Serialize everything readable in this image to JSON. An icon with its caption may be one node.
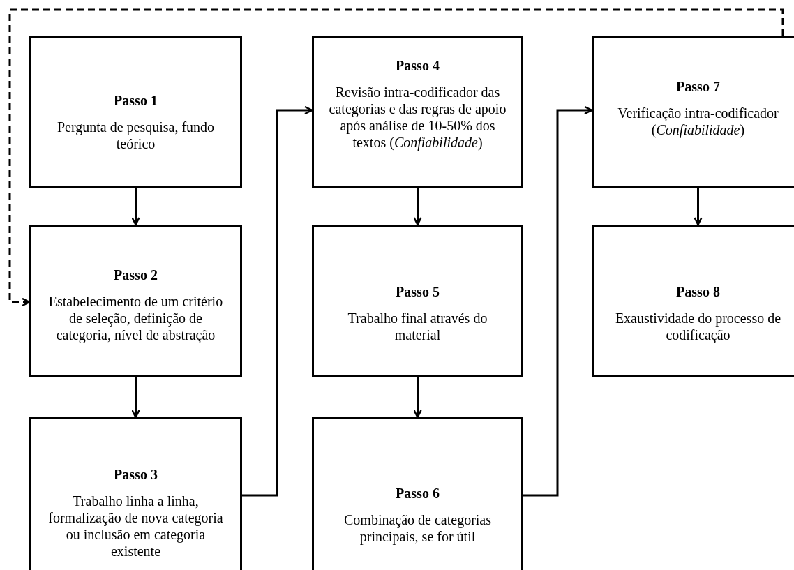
{
  "diagram": {
    "nodes": [
      {
        "text": [
          "Passo 1",
          "Pergunta de pesquisa, fundo teórico"
        ]
      },
      {
        "text": [
          "Passo 2",
          "Estabelecimento de um critério de seleção, definição de categoria, nível de abstração"
        ]
      },
      {
        "text": [
          "Passo 3",
          "Trabalho linha a linha, formalização de nova categoria ou inclusão em categoria existente"
        ]
      },
      {
        "text": [
          "Passo 4",
          "Revisão intra-codificador das categorias e das regras de apoio após análise de 10-50% dos textos (*Confiabilidade*)"
        ]
      },
      {
        "text": [
          "Passo 5",
          "Trabalho final através do material"
        ]
      },
      {
        "text": [
          "Passo 6",
          "Combinação de categorias principais, se for útil"
        ]
      },
      {
        "text": [
          "Passo 7",
          "Verificação intra-codificador (*Confiabilidade*)"
        ]
      },
      {
        "text": [
          "Passo 8",
          "Exaustividade do processo de codificação"
        ]
      }
    ],
    "edges": [
      {
        "from": 0,
        "to": 1,
        "arrow": "to"
      },
      {
        "from": 1,
        "to": 2,
        "arrow": "to"
      },
      {
        "from": 2,
        "to": 3,
        "arrow": "to"
      },
      {
        "from": 3,
        "to": 4,
        "arrow": "to"
      },
      {
        "from": 4,
        "to": 5,
        "arrow": "to"
      },
      {
        "from": 5,
        "to": 6,
        "arrow": "to"
      },
      {
        "from": 6,
        "to": 7,
        "arrow": "to"
      },
      {
        "from": 6,
        "to": 1,
        "arrow": "to",
        "style": "dashed"
      }
    ]
  }
}
